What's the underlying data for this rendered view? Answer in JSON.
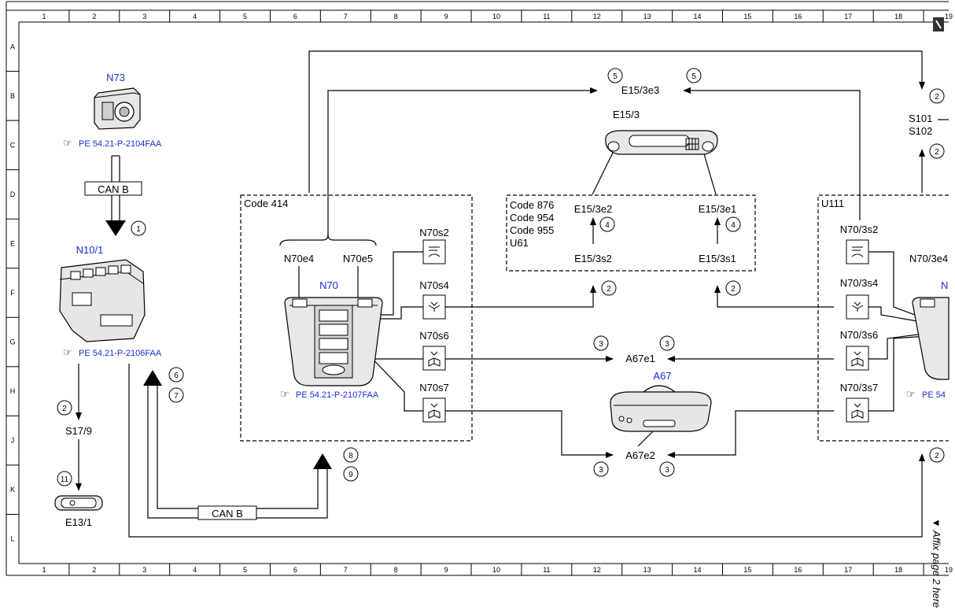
{
  "grid": {
    "columns": [
      "1",
      "2",
      "3",
      "4",
      "5",
      "6",
      "7",
      "8",
      "9",
      "10",
      "11",
      "12",
      "13",
      "14",
      "15",
      "16",
      "17",
      "18",
      "19"
    ],
    "rows": [
      "A",
      "B",
      "C",
      "D",
      "E",
      "F",
      "G",
      "H",
      "J",
      "K",
      "L"
    ]
  },
  "components": {
    "n73": "N73",
    "n10_1": "N10/1",
    "n70": "N70",
    "a67": "A67",
    "e15_3": "E15/3",
    "e15_3e3": "E15/3e3",
    "e15_3e2": "E15/3e2",
    "e15_3e1": "E15/3e1",
    "e15_3s2": "E15/3s2",
    "e15_3s1": "E15/3s1",
    "n70e4": "N70e4",
    "n70e5": "N70e5",
    "n70s2": "N70s2",
    "n70s4": "N70s4",
    "n70s6": "N70s6",
    "n70s7": "N70s7",
    "a67e1": "A67e1",
    "a67e2": "A67e2",
    "n70_3s2": "N70/3s2",
    "n70_3s4": "N70/3s4",
    "n70_3s6": "N70/3s6",
    "n70_3s7": "N70/3s7",
    "n70_3e4": "N70/3e4",
    "n_cut": "N",
    "s17_9": "S17/9",
    "e13_1": "E13/1",
    "s101": "S101",
    "s102": "S102"
  },
  "references": {
    "n73": "PE 54.21-P-2104FAA",
    "n10_1": "PE 54.21-P-2106FAA",
    "n70": "PE 54.21-P-2107FAA",
    "right": "PE 54"
  },
  "boxes": {
    "code414": "Code 414",
    "codes": [
      "Code 876",
      "Code 954",
      "Code 955",
      "U61"
    ],
    "u111": "U111"
  },
  "buses": {
    "can_b_top": "CAN B",
    "can_b_bottom": "CAN B"
  },
  "circles": {
    "c1": "1",
    "c2": "2",
    "c3": "3",
    "c4": "4",
    "c5": "5",
    "c6": "6",
    "c7": "7",
    "c8": "8",
    "c9": "9",
    "c11": "11"
  },
  "side_note": "▼ Affix page 2 here ▼"
}
